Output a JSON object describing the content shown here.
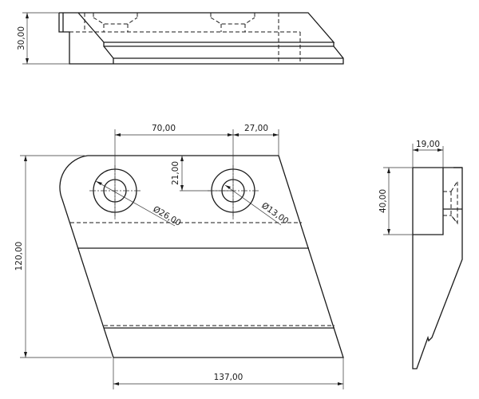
{
  "drawing": {
    "top_view": {
      "height_dim": "30,00"
    },
    "front_view": {
      "hole_spacing_dim": "70,00",
      "edge_offset_dim": "27,00",
      "hole_vertical_dim": "21,00",
      "outer_diameter_dim": "Ø26,00",
      "inner_diameter_dim": "Ø13,00",
      "height_dim": "120,00",
      "width_dim": "137,00"
    },
    "side_view": {
      "thickness_dim": "19,00",
      "block_height_dim": "40,00"
    }
  }
}
